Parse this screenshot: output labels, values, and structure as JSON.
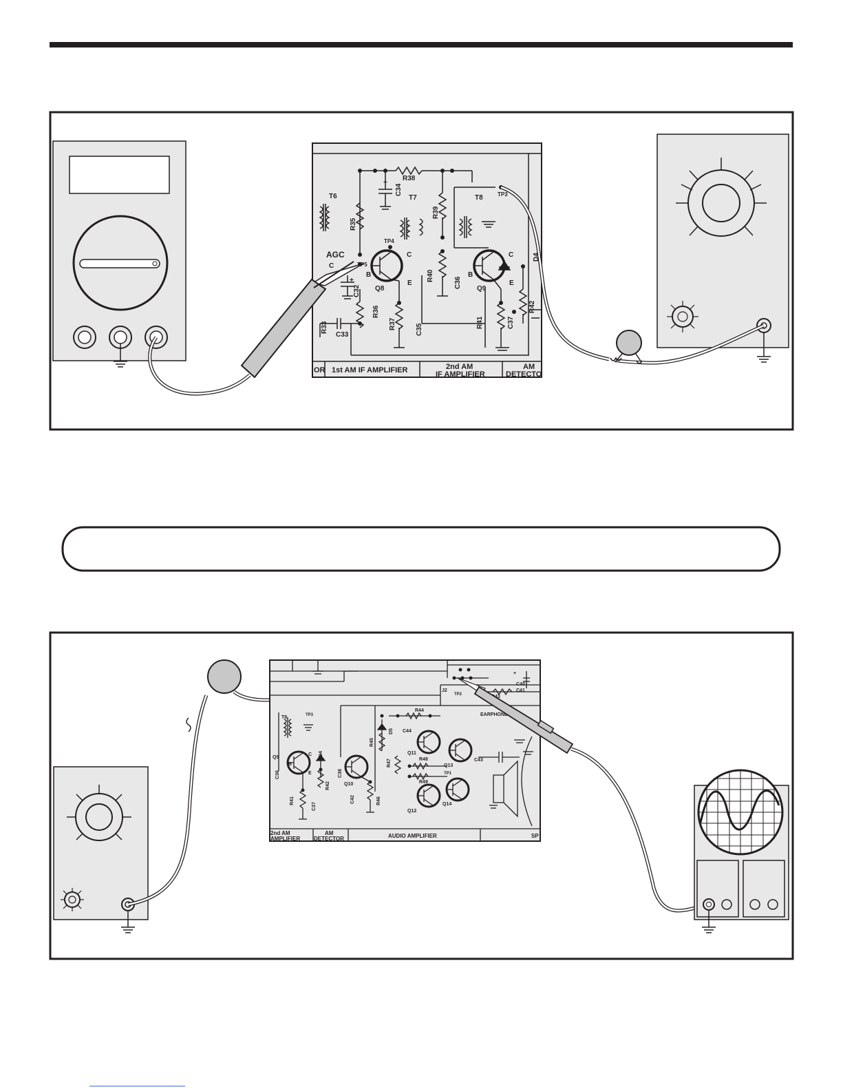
{
  "figure1": {
    "schematic": {
      "components": {
        "t6": "T6",
        "t7": "T7",
        "t8": "T8",
        "r35": "R35",
        "r38": "R38",
        "r39": "R39",
        "r36": "R36",
        "r33": "R33",
        "r37": "R37",
        "r40": "R40",
        "r41": "R41",
        "r42": "R42",
        "c34": "C34",
        "c32": "C32",
        "c33": "C33",
        "c35": "C35",
        "c36": "C36",
        "c37": "C37",
        "q8": "Q8",
        "q9": "Q9",
        "d4": "D4",
        "tp3": "TP3",
        "tp4": "TP4",
        "tp5": "TP5",
        "agc": "AGC",
        "pin_b1": "B",
        "pin_c1": "C",
        "pin_e1": "E",
        "pin_b2": "B",
        "pin_c2": "C",
        "pin_e2": "E",
        "pin_c0": "C",
        "plus1": "+",
        "plus2": "+"
      },
      "sections": [
        "OR",
        "1st AM IF AMPLIFIER",
        "2nd AM",
        "IF AMPLIFIER",
        "AM",
        "DETECTO"
      ]
    }
  },
  "figure2": {
    "schematic": {
      "components": {
        "t8": "T8",
        "tp3": "TP3",
        "j2": "J2",
        "tp2": "TP2",
        "tp1": "TP1",
        "r43": "R43",
        "r44": "R44",
        "r45": "R45",
        "r47": "R47",
        "r48": "R48",
        "r49": "R49",
        "r46": "R46",
        "r41": "R41",
        "r42": "R42",
        "c40": "C40",
        "c41": "C41",
        "c44": "C44",
        "c43": "C43",
        "c42": "C42",
        "c36": "C36",
        "c37": "C37",
        "c38": "C38",
        "d4": "D4",
        "d5": "D5",
        "q9": "Q9",
        "q10": "Q10",
        "q11": "Q11",
        "q12": "Q12",
        "q13": "Q13",
        "q14": "Q14",
        "earphone": "EARPHONE JACK",
        "pin_b": "B",
        "pin_c": "C",
        "pin_e": "E",
        "plus": "+"
      },
      "sections": [
        "2nd AM",
        "AMPLIFIER",
        "AM",
        "DETECTOR",
        "AUDIO AMPLIFIER",
        "SP"
      ]
    }
  }
}
